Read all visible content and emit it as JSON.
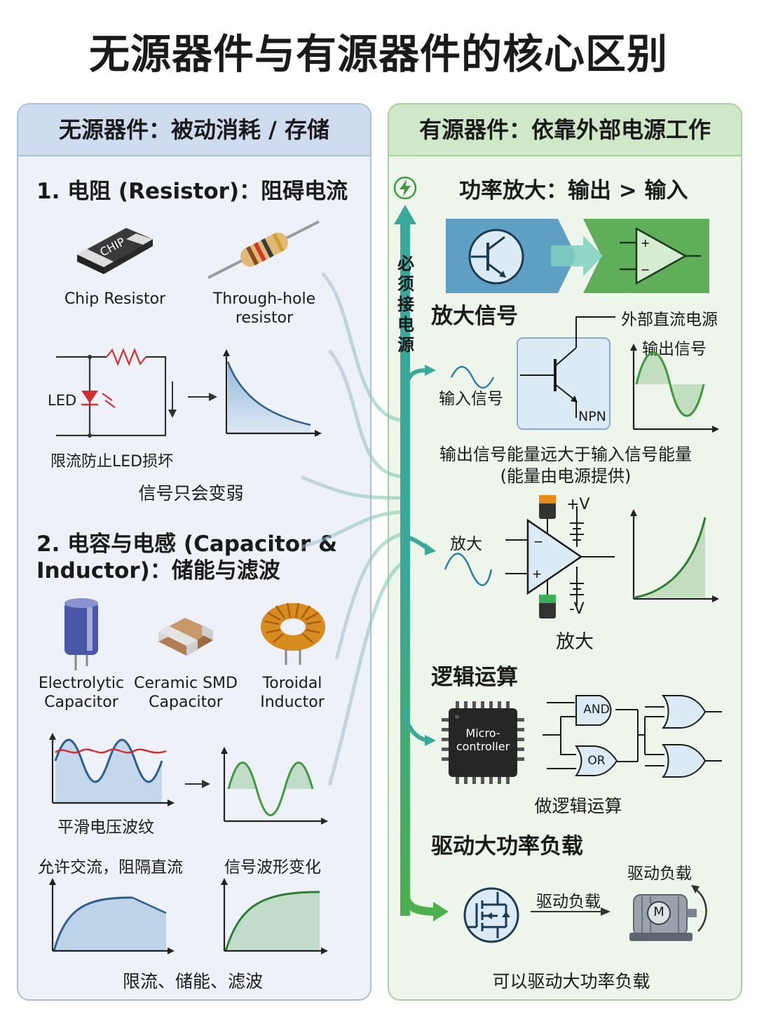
{
  "title": "无源器件与有源器件的核心区别",
  "passive": {
    "header": "无源器件：被动消耗 / 存储",
    "resistor": {
      "heading": "1. 电阻 (Resistor)：阻碍电流",
      "chip_text": "CHIP",
      "chip_label": "Chip Resistor",
      "through_label_1": "Through-hole",
      "through_label_2": "resistor",
      "led_label": "LED",
      "circuit_caption": "限流防止LED损坏",
      "summary": "信号只会变弱"
    },
    "capacitor": {
      "heading_1": "2. 电容与电感 (Capacitor &",
      "heading_2": "Inductor)：储能与滤波",
      "electrolytic_1": "Electrolytic",
      "electrolytic_2": "Capacitor",
      "ceramic_1": "Ceramic SMD",
      "ceramic_2": "Capacitor",
      "toroidal_1": "Toroidal",
      "toroidal_2": "Inductor",
      "ripple_caption": "平滑电压波纹",
      "ac_caption": "允许交流，阻隔直流",
      "wave_caption": "信号波形变化",
      "summary": "限流、储能、滤波"
    }
  },
  "active": {
    "header": "有源器件：依靠外部电源工作",
    "power_heading": "功率放大：输出 > 输入",
    "must_power": "必须接电源",
    "amp_heading": "放大信号",
    "ext_supply": "外部直流电源",
    "output_signal": "输出信号",
    "input_signal": "输入信号",
    "npn": "NPN",
    "energy_1": "输出信号能量远大于输入信号能量",
    "energy_2": "(能量由电源提供)",
    "opamp_pos": "+V",
    "opamp_neg": "-V",
    "amplify_left": "放大",
    "amplify_bottom": "放大",
    "logic_heading": "逻辑运算",
    "mcu_1": "Micro-",
    "mcu_2": "controller",
    "and_gate": "AND",
    "or_gate": "OR",
    "logic_caption": "做逻辑运算",
    "drive_heading": "驱动大功率负载",
    "drive_load_1": "驱动负载",
    "drive_load_2": "驱动负载",
    "motor": "M",
    "drive_caption": "可以驱动大功率负载"
  },
  "colors": {
    "blue": "#4a8bc4",
    "green": "#3f9a3f",
    "teal": "#3aa89a",
    "red": "#d23030"
  }
}
